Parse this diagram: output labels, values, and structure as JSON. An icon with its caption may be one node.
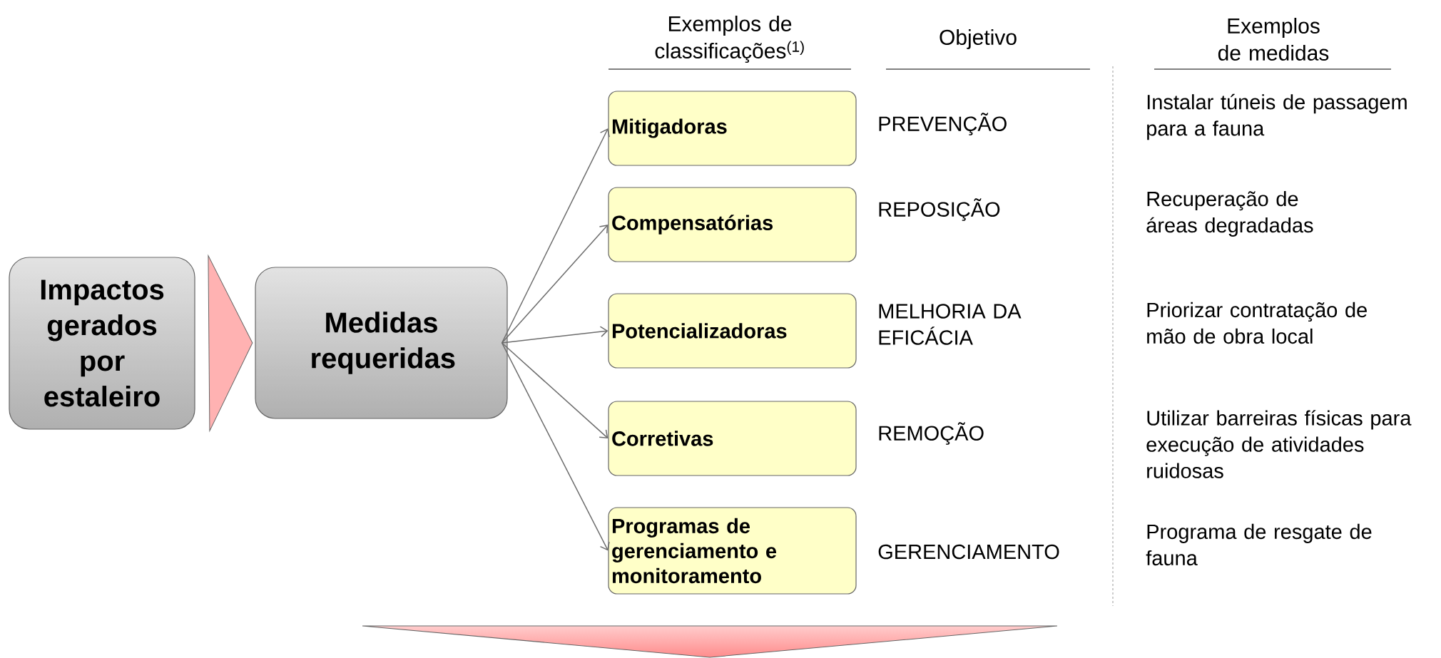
{
  "diagram": {
    "nodes": [
      {
        "text": [
          "Impactos gerados por estaleiro"
        ]
      },
      {
        "text": [
          "Medidas requeridas"
        ]
      },
      {
        "text": [
          "Mitigadoras"
        ]
      },
      {
        "text": [
          "Compensatórias"
        ]
      },
      {
        "text": [
          "Potencializadoras"
        ]
      },
      {
        "text": [
          "Corretivas"
        ]
      },
      {
        "text": [
          "Programas de gerenciamento e monitoramento"
        ]
      }
    ],
    "edges": [
      {
        "from": 0,
        "to": 1,
        "arrow": "to"
      },
      {
        "from": 1,
        "to": 2,
        "arrow": "to"
      },
      {
        "from": 1,
        "to": 3,
        "arrow": "to"
      },
      {
        "from": 1,
        "to": 4,
        "arrow": "to"
      },
      {
        "from": 1,
        "to": 5,
        "arrow": "to"
      },
      {
        "from": 1,
        "to": 6,
        "arrow": "to"
      }
    ],
    "labels": [
      "Exemplos de classificações$^{(1)}$",
      "Objetivo",
      "Exemplos de medidas",
      "PREVENÇÃO",
      "Instalar túneis de passagem para a fauna",
      "REPOSIÇÃO",
      "Recuperação de áreas degradadas",
      "MELHORIA DA EFICÁCIA",
      "Priorizar contratação de mão de obra local",
      "REMOÇÃO",
      "Utilizar barreiras físicas para execução de atividades ruidosas",
      "GERENCIAMENTO",
      "Programa de resgate de fauna"
    ]
  }
}
